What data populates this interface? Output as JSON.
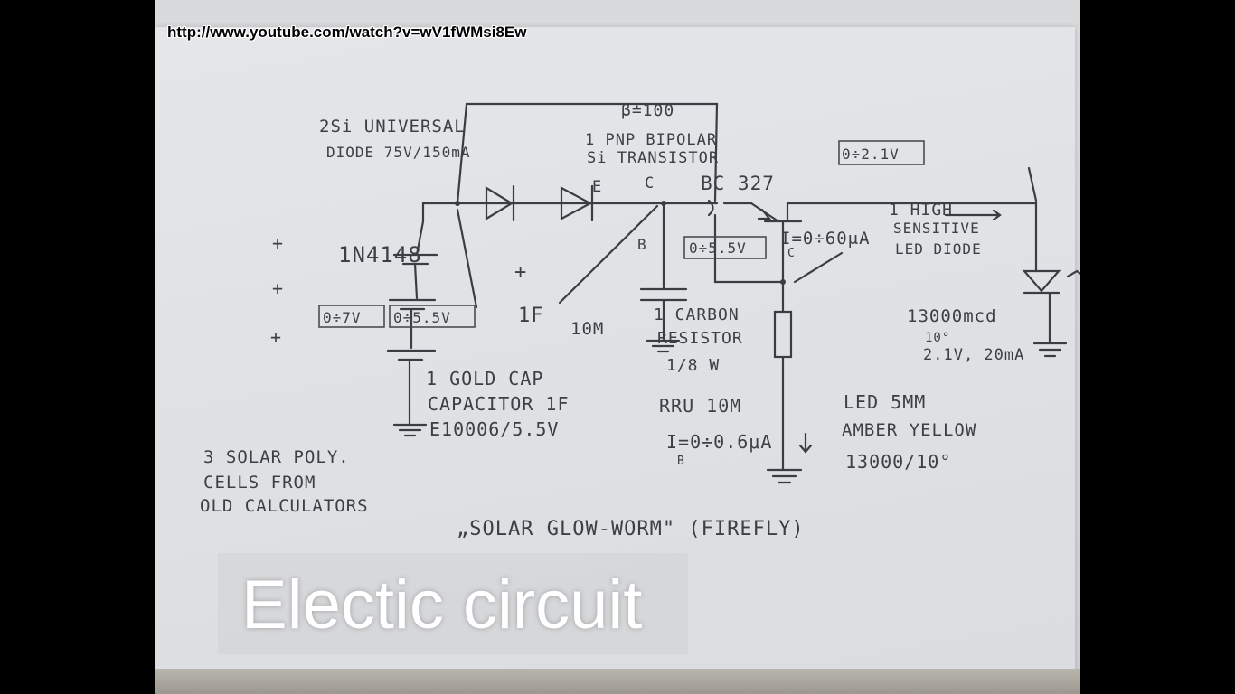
{
  "video": {
    "url_overlay": "http://www.youtube.com/watch?v=wV1fWMsi8Ew",
    "caption": "Electic circuit"
  },
  "schematic": {
    "diode_note_1": "2Si UNIVERSAL",
    "diode_note_2": "DIODE 75V/150mA",
    "diode_part": "1N4148",
    "beta": "β≐100",
    "transistor_1": "1 PNP BIPOLAR",
    "transistor_2": "Si TRANSISTOR",
    "pin_e": "E",
    "pin_c": "C",
    "pin_b": "B",
    "transistor_part": "BC 327",
    "led_voltage": "0÷2.1V",
    "led_1": "1 HIGH",
    "led_2": "SENSITIVE",
    "led_3": "LED DIODE",
    "collector_current": "I=0÷60μA",
    "collector_sub": "C",
    "base_voltage": "0÷5.5V",
    "solar_voltage": "0÷7V",
    "cap_voltage": "0÷5.5V",
    "cap_plus": "+",
    "cap_value": "1F",
    "resistor_value": "10M",
    "resistor_1": "1 CARBON",
    "resistor_2": "RESISTOR",
    "resistor_3": "1/8 W",
    "led_spec_1": "13000mcd",
    "led_spec_2": "10°",
    "led_spec_3": "2.1V, 20mA",
    "cap_note_1": "1 GOLD CAP",
    "cap_note_2": "CAPACITOR 1F",
    "cap_note_3": "E10006/5.5V",
    "resistor_part": "RRU 10M",
    "base_current": "I=0÷0.6μA",
    "base_sub": "B",
    "led_note_1": "LED 5MM",
    "led_note_2": "AMBER YELLOW",
    "led_note_3": "13000/10°",
    "solar_1": "3 SOLAR POLY.",
    "solar_2": "CELLS FROM",
    "solar_3": "OLD CALCULATORS",
    "cell_plus": "+",
    "title": "„SOLAR GLOW-WORM\" (FIREFLY)"
  }
}
